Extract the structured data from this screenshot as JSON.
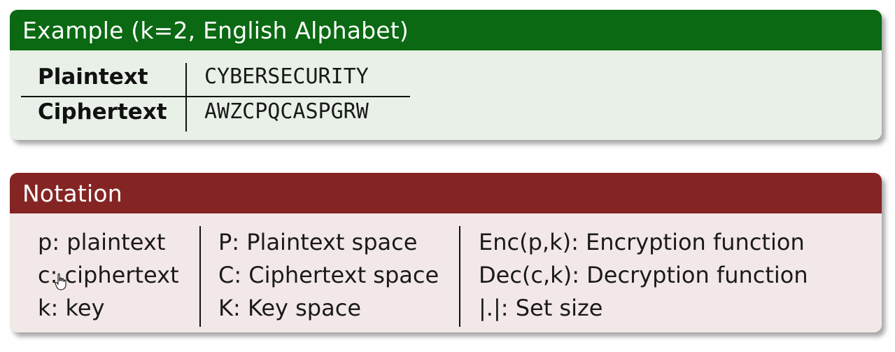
{
  "example": {
    "title": "Example (k=2, English Alphabet)",
    "rows": [
      {
        "label": "Plaintext",
        "value": "CYBERSECURITY"
      },
      {
        "label": "Ciphertext",
        "value": "AWZCPQCASPGRW"
      }
    ]
  },
  "notation": {
    "title": "Notation",
    "col1": [
      "p: plaintext",
      "c: ciphertext",
      "k: key"
    ],
    "col2": [
      "P: Plaintext space",
      "C: Ciphertext space",
      "K: Key space"
    ],
    "col3": [
      "Enc(p,k): Encryption function",
      "Dec(c,k): Decryption function",
      "|.|: Set size"
    ]
  },
  "colors": {
    "example_header": "#0a6912",
    "example_body": "#e8f0e7",
    "notation_header": "#842524",
    "notation_body": "#f3e8e8"
  }
}
